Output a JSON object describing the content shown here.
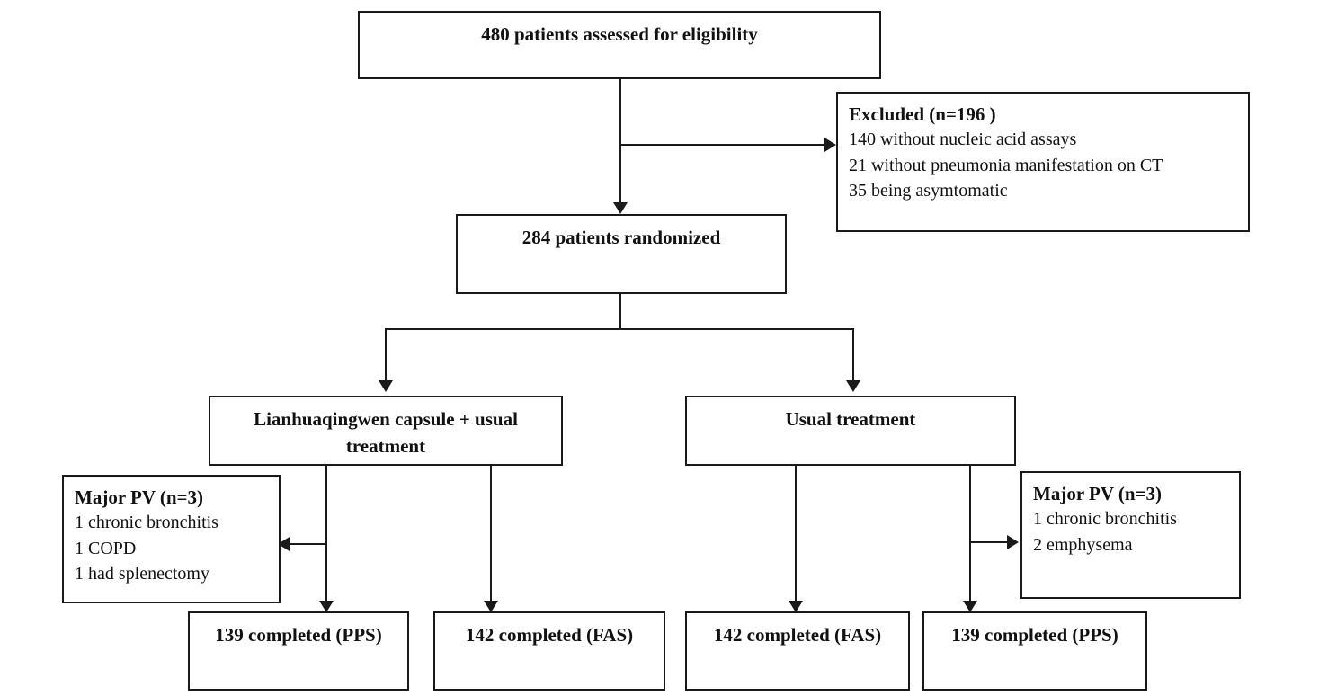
{
  "figure": {
    "type": "consort-flow-diagram",
    "line_color": "#1a1a1a",
    "background": "#ffffff"
  },
  "nodes": {
    "assessed": {
      "label": "480 patients assessed for eligibility",
      "count": 480
    },
    "excluded": {
      "title": "Excluded (n=196 )",
      "count": 196,
      "reasons": [
        "140 without nucleic acid assays",
        "21 without pneumonia manifestation on CT",
        "35 being asymtomatic"
      ]
    },
    "randomized": {
      "label": "284 patients randomized",
      "count": 284
    },
    "arm_treatment": {
      "line1": "Lianhuaqingwen capsule + usual",
      "line2": "treatment"
    },
    "arm_control": {
      "label": "Usual treatment"
    },
    "pv_left": {
      "title": "Major PV (n=3)",
      "count": 3,
      "reasons": [
        "1 chronic bronchitis",
        "1 COPD",
        "1 had splenectomy"
      ]
    },
    "pv_right": {
      "title": "Major PV (n=3)",
      "count": 3,
      "reasons": [
        "1 chronic bronchitis",
        "2 emphysema"
      ]
    },
    "completed": [
      {
        "label": "139 completed (PPS)",
        "count": 139,
        "set": "PPS"
      },
      {
        "label": "142 completed (FAS)",
        "count": 142,
        "set": "FAS"
      },
      {
        "label": "142 completed (FAS)",
        "count": 142,
        "set": "FAS"
      },
      {
        "label": "139 completed (PPS)",
        "count": 139,
        "set": "PPS"
      }
    ]
  }
}
